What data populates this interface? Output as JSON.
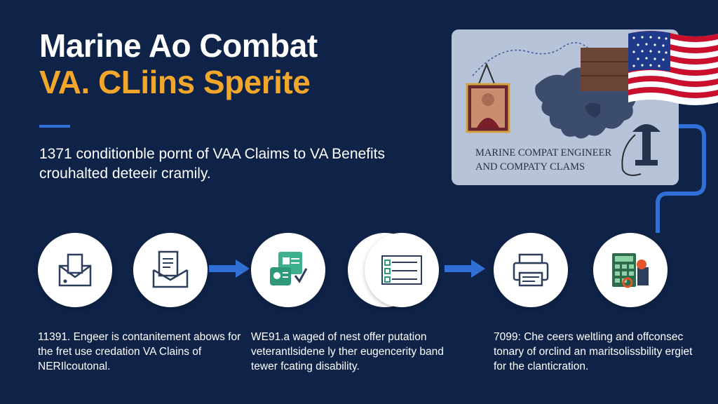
{
  "header": {
    "title_line1": "Marine Ao Combat",
    "title_line2": "VA. CLiins Sperite",
    "subtitle": "1371 conditionble pornt of VAA Claims to VA Benefits crouhalted deteeir cramily."
  },
  "card": {
    "caption": "MARINE COMPAT ENGINEER\nAND COMPATY CLAMS"
  },
  "icons": [
    "envelope-icon",
    "document-icon",
    "medical-form-icon",
    "checklist-icon",
    "printer-icon",
    "calculator-icon"
  ],
  "descriptions": [
    "11391. Engeer is contanitement abows for the fret use credation VA Clains of NERIlcoutonal.",
    "WE91.a waged of nest offer putation veterantlsidene ly ther eugencerity band tewer fcating disability.",
    "7099: Che ceers weltling and offconsec tonary of orclind an maritsolissbility ergiet for the clanticration."
  ],
  "colors": {
    "background": "#0f2348",
    "title_accent": "#f2a72b",
    "arrow_blue": "#2f6fd6",
    "card_bg": "#b7c3d8"
  }
}
